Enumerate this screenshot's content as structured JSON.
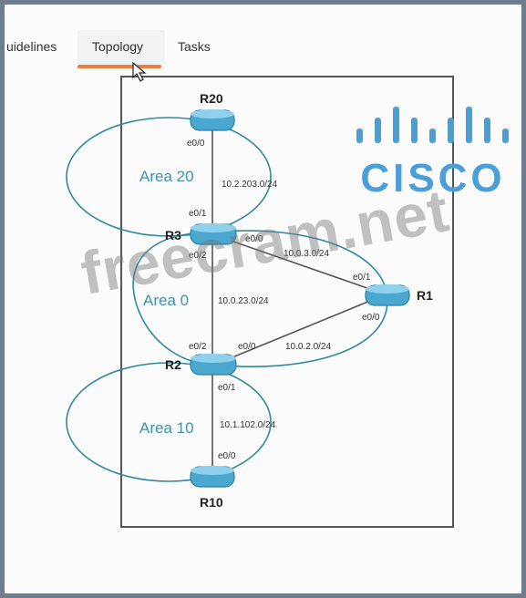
{
  "tabs": [
    {
      "label": "uidelines"
    },
    {
      "label": "Topology"
    },
    {
      "label": "Tasks"
    }
  ],
  "logo": {
    "text": "CISCO",
    "color": "#4a9fd6"
  },
  "watermark": "freecram.net",
  "colors": {
    "ring": "#2e8aa0",
    "area_text": "#3d93b0",
    "router_fill": "#4aa8d0",
    "tab_accent": "#f07f3c"
  },
  "routers": {
    "r20": "R20",
    "r3": "R3",
    "r1": "R1",
    "r2": "R2",
    "r10": "R10"
  },
  "areas": {
    "area20": "Area 20",
    "area0": "Area 0",
    "area10": "Area 10"
  },
  "interfaces": {
    "r20_e00": "e0/0",
    "r3_e01": "e0/1",
    "r3_e00": "e0/0",
    "r3_e02": "e0/2",
    "r1_e01": "e0/1",
    "r1_e00": "e0/0",
    "r2_e02": "e0/2",
    "r2_e00": "e0/0",
    "r2_e01": "e0/1",
    "r10_e00": "e0/0"
  },
  "subnets": {
    "r20_r3": "10.2.203.0/24",
    "r3_r1": "10.0.3.0/24",
    "r3_r2": "10.0.23.0/24",
    "r2_r1": "10.0.2.0/24",
    "r2_r10": "10.1.102.0/24"
  }
}
